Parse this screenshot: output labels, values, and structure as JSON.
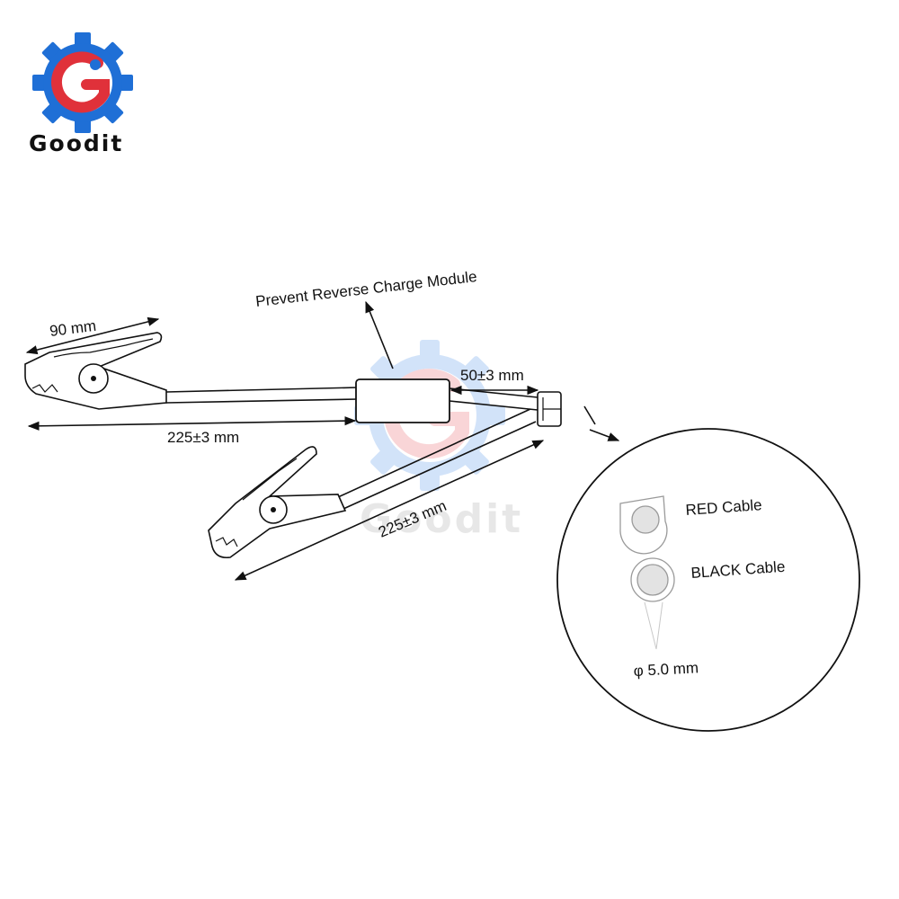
{
  "brand": {
    "name": "Goodit",
    "logo_icon": "gear-wrench-g-icon",
    "colors": {
      "gear": "#1f6fd6",
      "letter": "#e0313a"
    }
  },
  "watermark": {
    "text": "Goodit",
    "icon": "gear-wrench-g-icon"
  },
  "diagram": {
    "module_label": "Prevent Reverse Charge Module",
    "dimensions": {
      "clip_length": "90 mm",
      "upper_cable": "225±3 mm",
      "lower_cable": "225±3 mm",
      "connector_lead": "50±3 mm"
    },
    "detail": {
      "red_cable": "RED Cable",
      "black_cable": "BLACK Cable",
      "diameter": "φ 5.0 mm"
    }
  }
}
